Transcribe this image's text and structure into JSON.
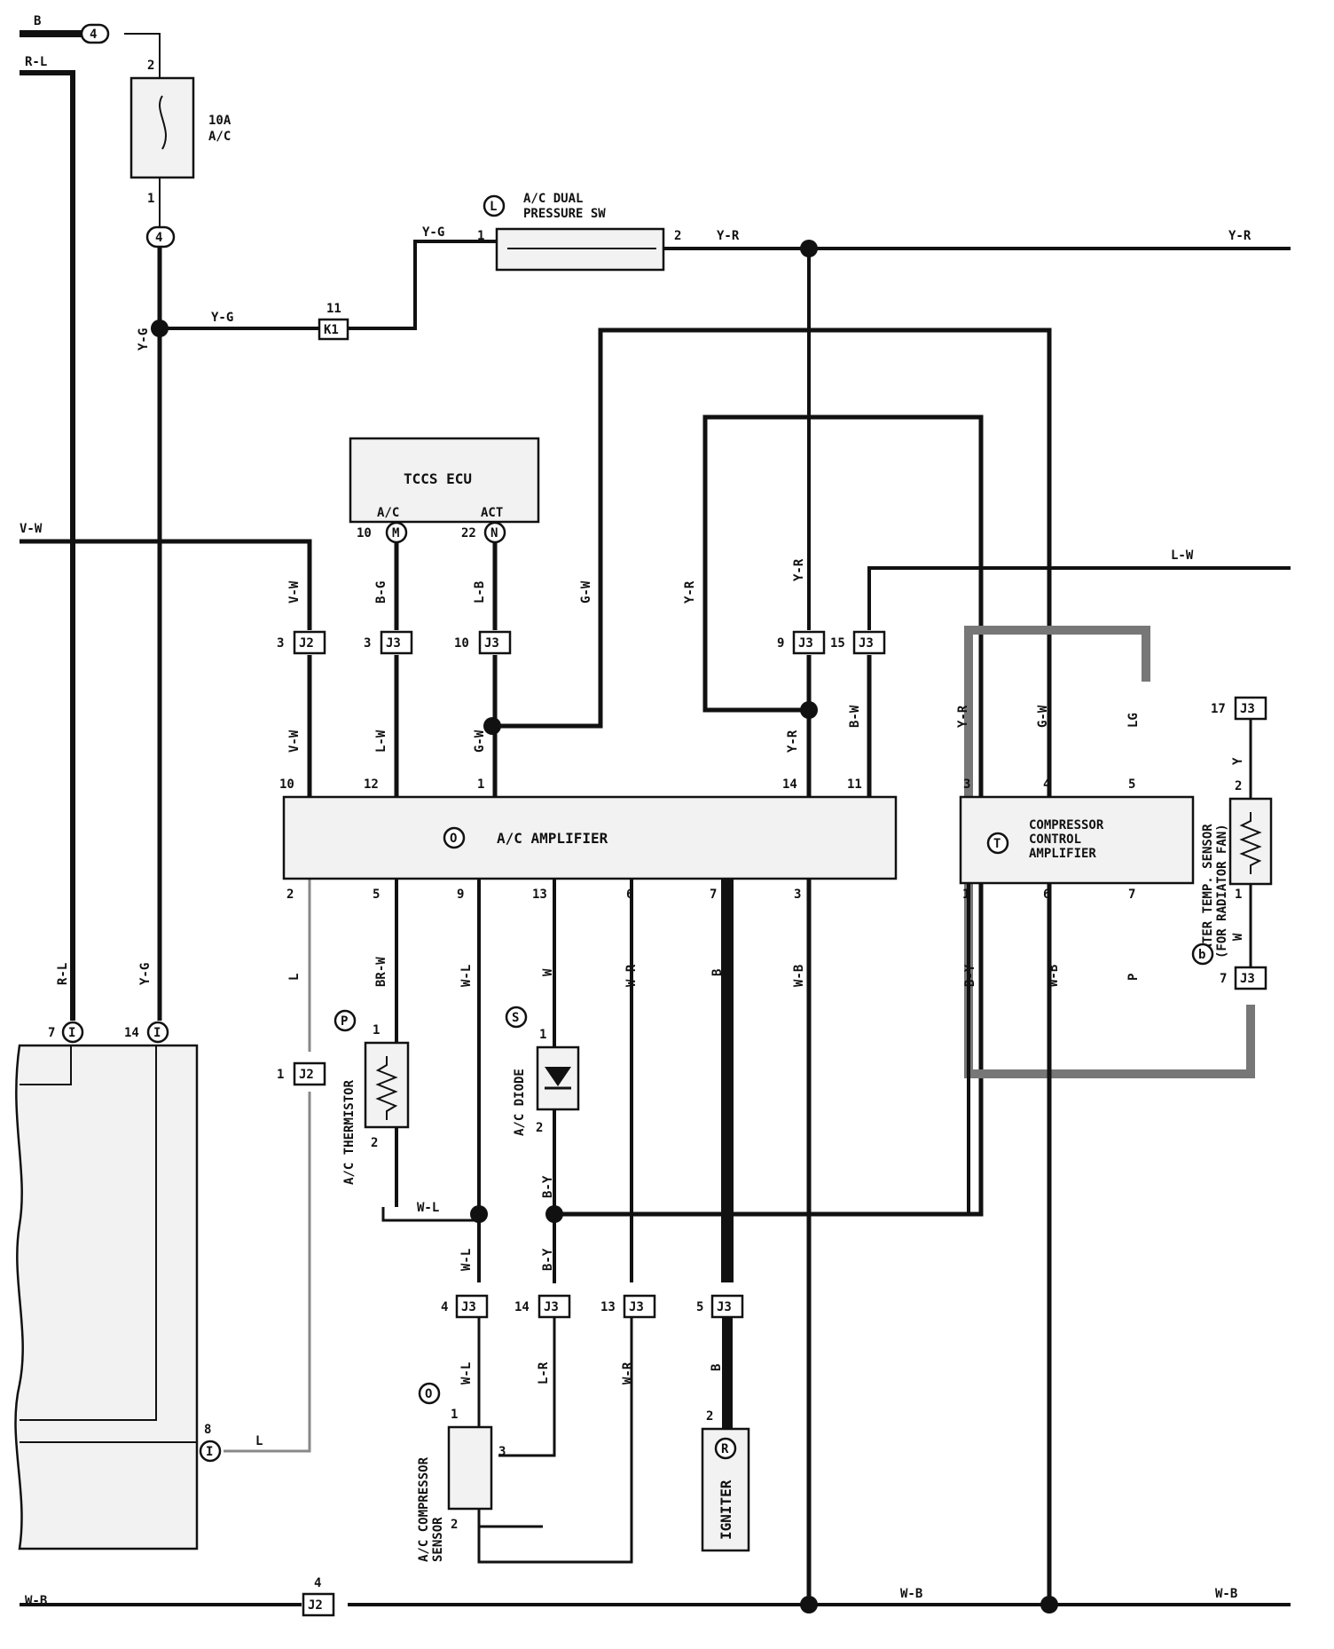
{
  "components": {
    "fuse": {
      "rating": "10A",
      "name": "A/C",
      "pin_top": "2",
      "pin_bottom": "1"
    },
    "dual_pressure_sw": {
      "code": "L",
      "line1": "A/C DUAL",
      "line2": "PRESSURE SW",
      "pin_left": "1",
      "pin_right": "2"
    },
    "tccs_ecu": {
      "name": "TCCS ECU",
      "term_ac": "A/C",
      "term_act": "ACT",
      "pin_ac": "10",
      "pin_act": "22",
      "conn_ac": "M",
      "conn_act": "N"
    },
    "ac_amplifier": {
      "code": "O",
      "name": "A/C AMPLIFIER"
    },
    "compressor_ctrl": {
      "code": "T",
      "line1": "COMPRESSOR",
      "line2": "CONTROL",
      "line3": "AMPLIFIER"
    },
    "water_temp_sensor": {
      "code": "b",
      "line1": "WATER TEMP. SENSOR",
      "line2": "(FOR RADIATOR FAN)"
    },
    "thermistor": {
      "code": "P",
      "name": "A/C THERMISTOR"
    },
    "diode": {
      "code": "S",
      "name": "A/C DIODE"
    },
    "compressor_sensor": {
      "code": "O",
      "line1": "A/C COMPRESSOR",
      "line2": "SENSOR"
    },
    "igniter": {
      "code": "R",
      "name": "IGNITER"
    }
  },
  "connectors": {
    "j2": "J2",
    "j3": "J3",
    "k1": "K1",
    "i": "I",
    "four": "4"
  },
  "wires": {
    "b": "B",
    "r_l": "R-L",
    "y_g": "Y-G",
    "y_r": "Y-R",
    "v_w": "V-W",
    "l_w": "L-W",
    "b_g": "B-G",
    "l_b": "L-B",
    "g_w": "G-W",
    "lg": "LG",
    "y": "Y",
    "br_w": "BR-W",
    "w_l": "W-L",
    "w": "W",
    "w_r": "W-R",
    "w_b": "W-B",
    "b_y": "B-Y",
    "l_r": "L-R",
    "l": "L",
    "p": "P",
    "b_w": "B-W"
  },
  "pins": {
    "p1": "1",
    "p2": "2",
    "p3": "3",
    "p4": "4",
    "p5": "5",
    "p6": "6",
    "p7": "7",
    "p8": "8",
    "p9": "9",
    "p10": "10",
    "p11": "11",
    "p12": "12",
    "p13": "13",
    "p14": "14",
    "p15": "15",
    "p17": "17"
  },
  "colors": {
    "wire": "#111111",
    "panel": "#f2f2f2"
  }
}
